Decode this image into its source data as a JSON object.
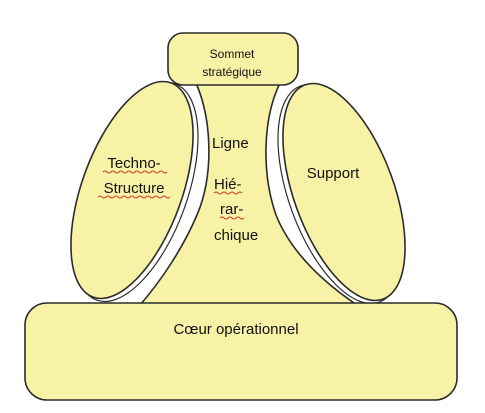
{
  "diagram": {
    "colors": {
      "fill": "#f8f2a6",
      "stroke": "#2b2b2b",
      "background": "#ffffff",
      "text": "#111111",
      "spellcheck_underline": "#c83a2a"
    },
    "apex": {
      "line1": "Sommet",
      "line2": "stratégique"
    },
    "technostructure": {
      "line1": "Techno-",
      "line2": "Structure"
    },
    "support": {
      "label": "Support"
    },
    "middle_line": {
      "line1": "Ligne",
      "line2": "Hié-",
      "line3": "rar-",
      "line4": "chique"
    },
    "operating_core": {
      "label": "Cœur opérationnel"
    }
  }
}
